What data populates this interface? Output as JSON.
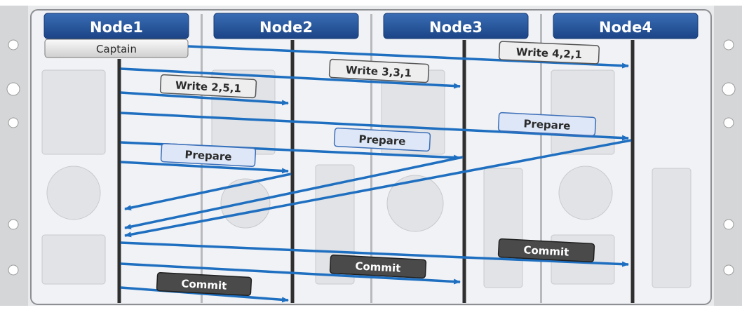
{
  "colors": {
    "header_fill": "#1f4e96",
    "header_text": "#ffffff",
    "arrow": "#1f6fc1",
    "lifeline": "#2f2f2f",
    "chassis": "#d9dadb",
    "chassis_panel": "#f1f3f6",
    "write_label_fill": "#eeeeee",
    "prepare_label_fill": "#dde7f7",
    "commit_label_fill": "#4a4a4a"
  },
  "nodes": [
    {
      "name": "Node1"
    },
    {
      "name": "Node2"
    },
    {
      "name": "Node3"
    },
    {
      "name": "Node4"
    }
  ],
  "captain_label": "Captain",
  "messages": [
    {
      "label": "Write 4,2,1",
      "kind": "write",
      "from": "Node1",
      "to": "Node4"
    },
    {
      "label": "Write 3,3,1",
      "kind": "write",
      "from": "Node1",
      "to": "Node3"
    },
    {
      "label": "Write 2,5,1",
      "kind": "write",
      "from": "Node1",
      "to": "Node2"
    },
    {
      "label": "Prepare",
      "kind": "prepare",
      "from": "Node1",
      "to": "Node4"
    },
    {
      "label": "Prepare",
      "kind": "prepare",
      "from": "Node1",
      "to": "Node3"
    },
    {
      "label": "Prepare",
      "kind": "prepare",
      "from": "Node1",
      "to": "Node2"
    },
    {
      "label": "",
      "kind": "ack",
      "from": "Node2",
      "to": "Node1"
    },
    {
      "label": "",
      "kind": "ack",
      "from": "Node3",
      "to": "Node1"
    },
    {
      "label": "",
      "kind": "ack",
      "from": "Node4",
      "to": "Node1"
    },
    {
      "label": "Commit",
      "kind": "commit",
      "from": "Node1",
      "to": "Node4"
    },
    {
      "label": "Commit",
      "kind": "commit",
      "from": "Node1",
      "to": "Node3"
    },
    {
      "label": "Commit",
      "kind": "commit",
      "from": "Node1",
      "to": "Node2"
    }
  ]
}
